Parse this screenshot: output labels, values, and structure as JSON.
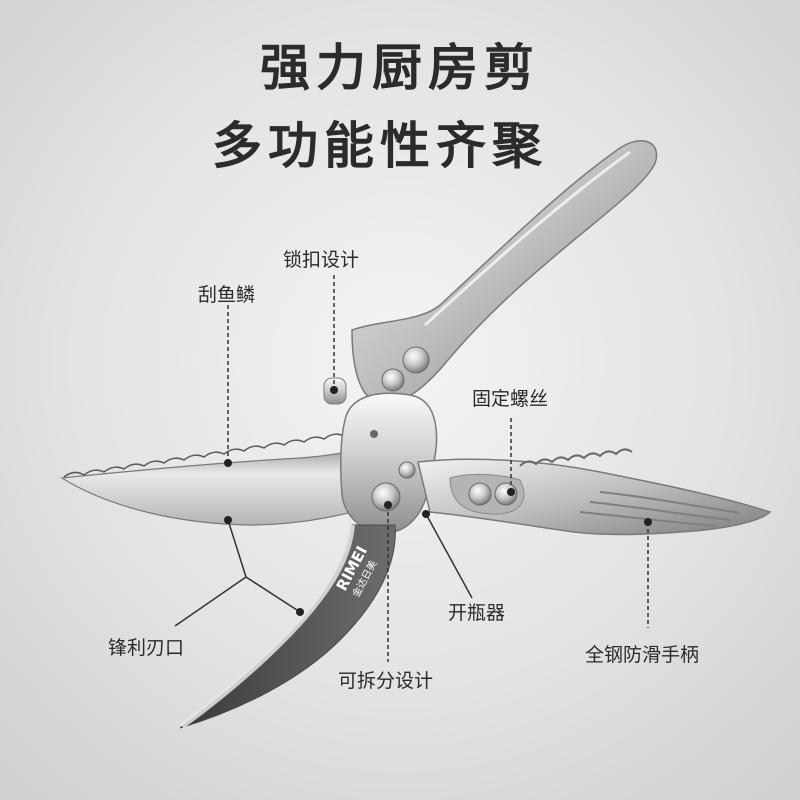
{
  "headline": {
    "line1": "强力厨房剪",
    "line2": "多功能性齐聚"
  },
  "brand": {
    "logo_text": "RIMEI",
    "logo_sub": "金达日美"
  },
  "callouts": {
    "scale_scraper": "刮鱼鳞",
    "lock": "锁扣设计",
    "fixed_screw": "固定螺丝",
    "sharp_blade": "锋利刃口",
    "bottle_opener": "开瓶器",
    "detachable": "可拆分设计",
    "handle": "全钢防滑手柄"
  }
}
